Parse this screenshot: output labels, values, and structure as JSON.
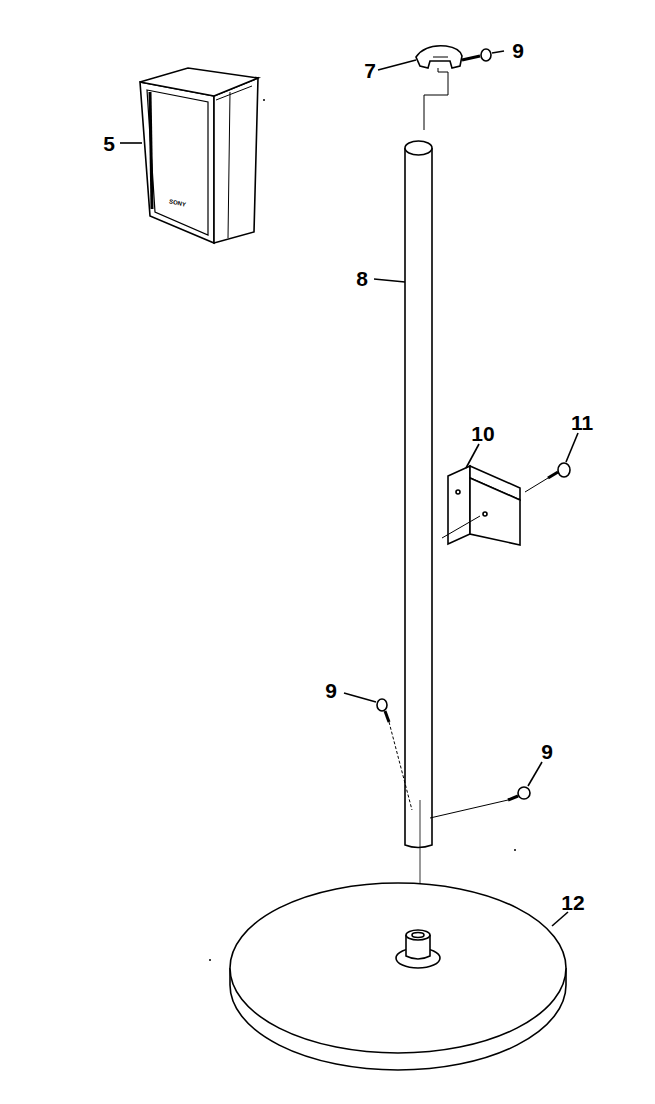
{
  "diagram": {
    "labels": [
      "7",
      "9",
      "5",
      "SONY",
      "8",
      "10",
      "11",
      "9",
      "9",
      "12"
    ]
  }
}
